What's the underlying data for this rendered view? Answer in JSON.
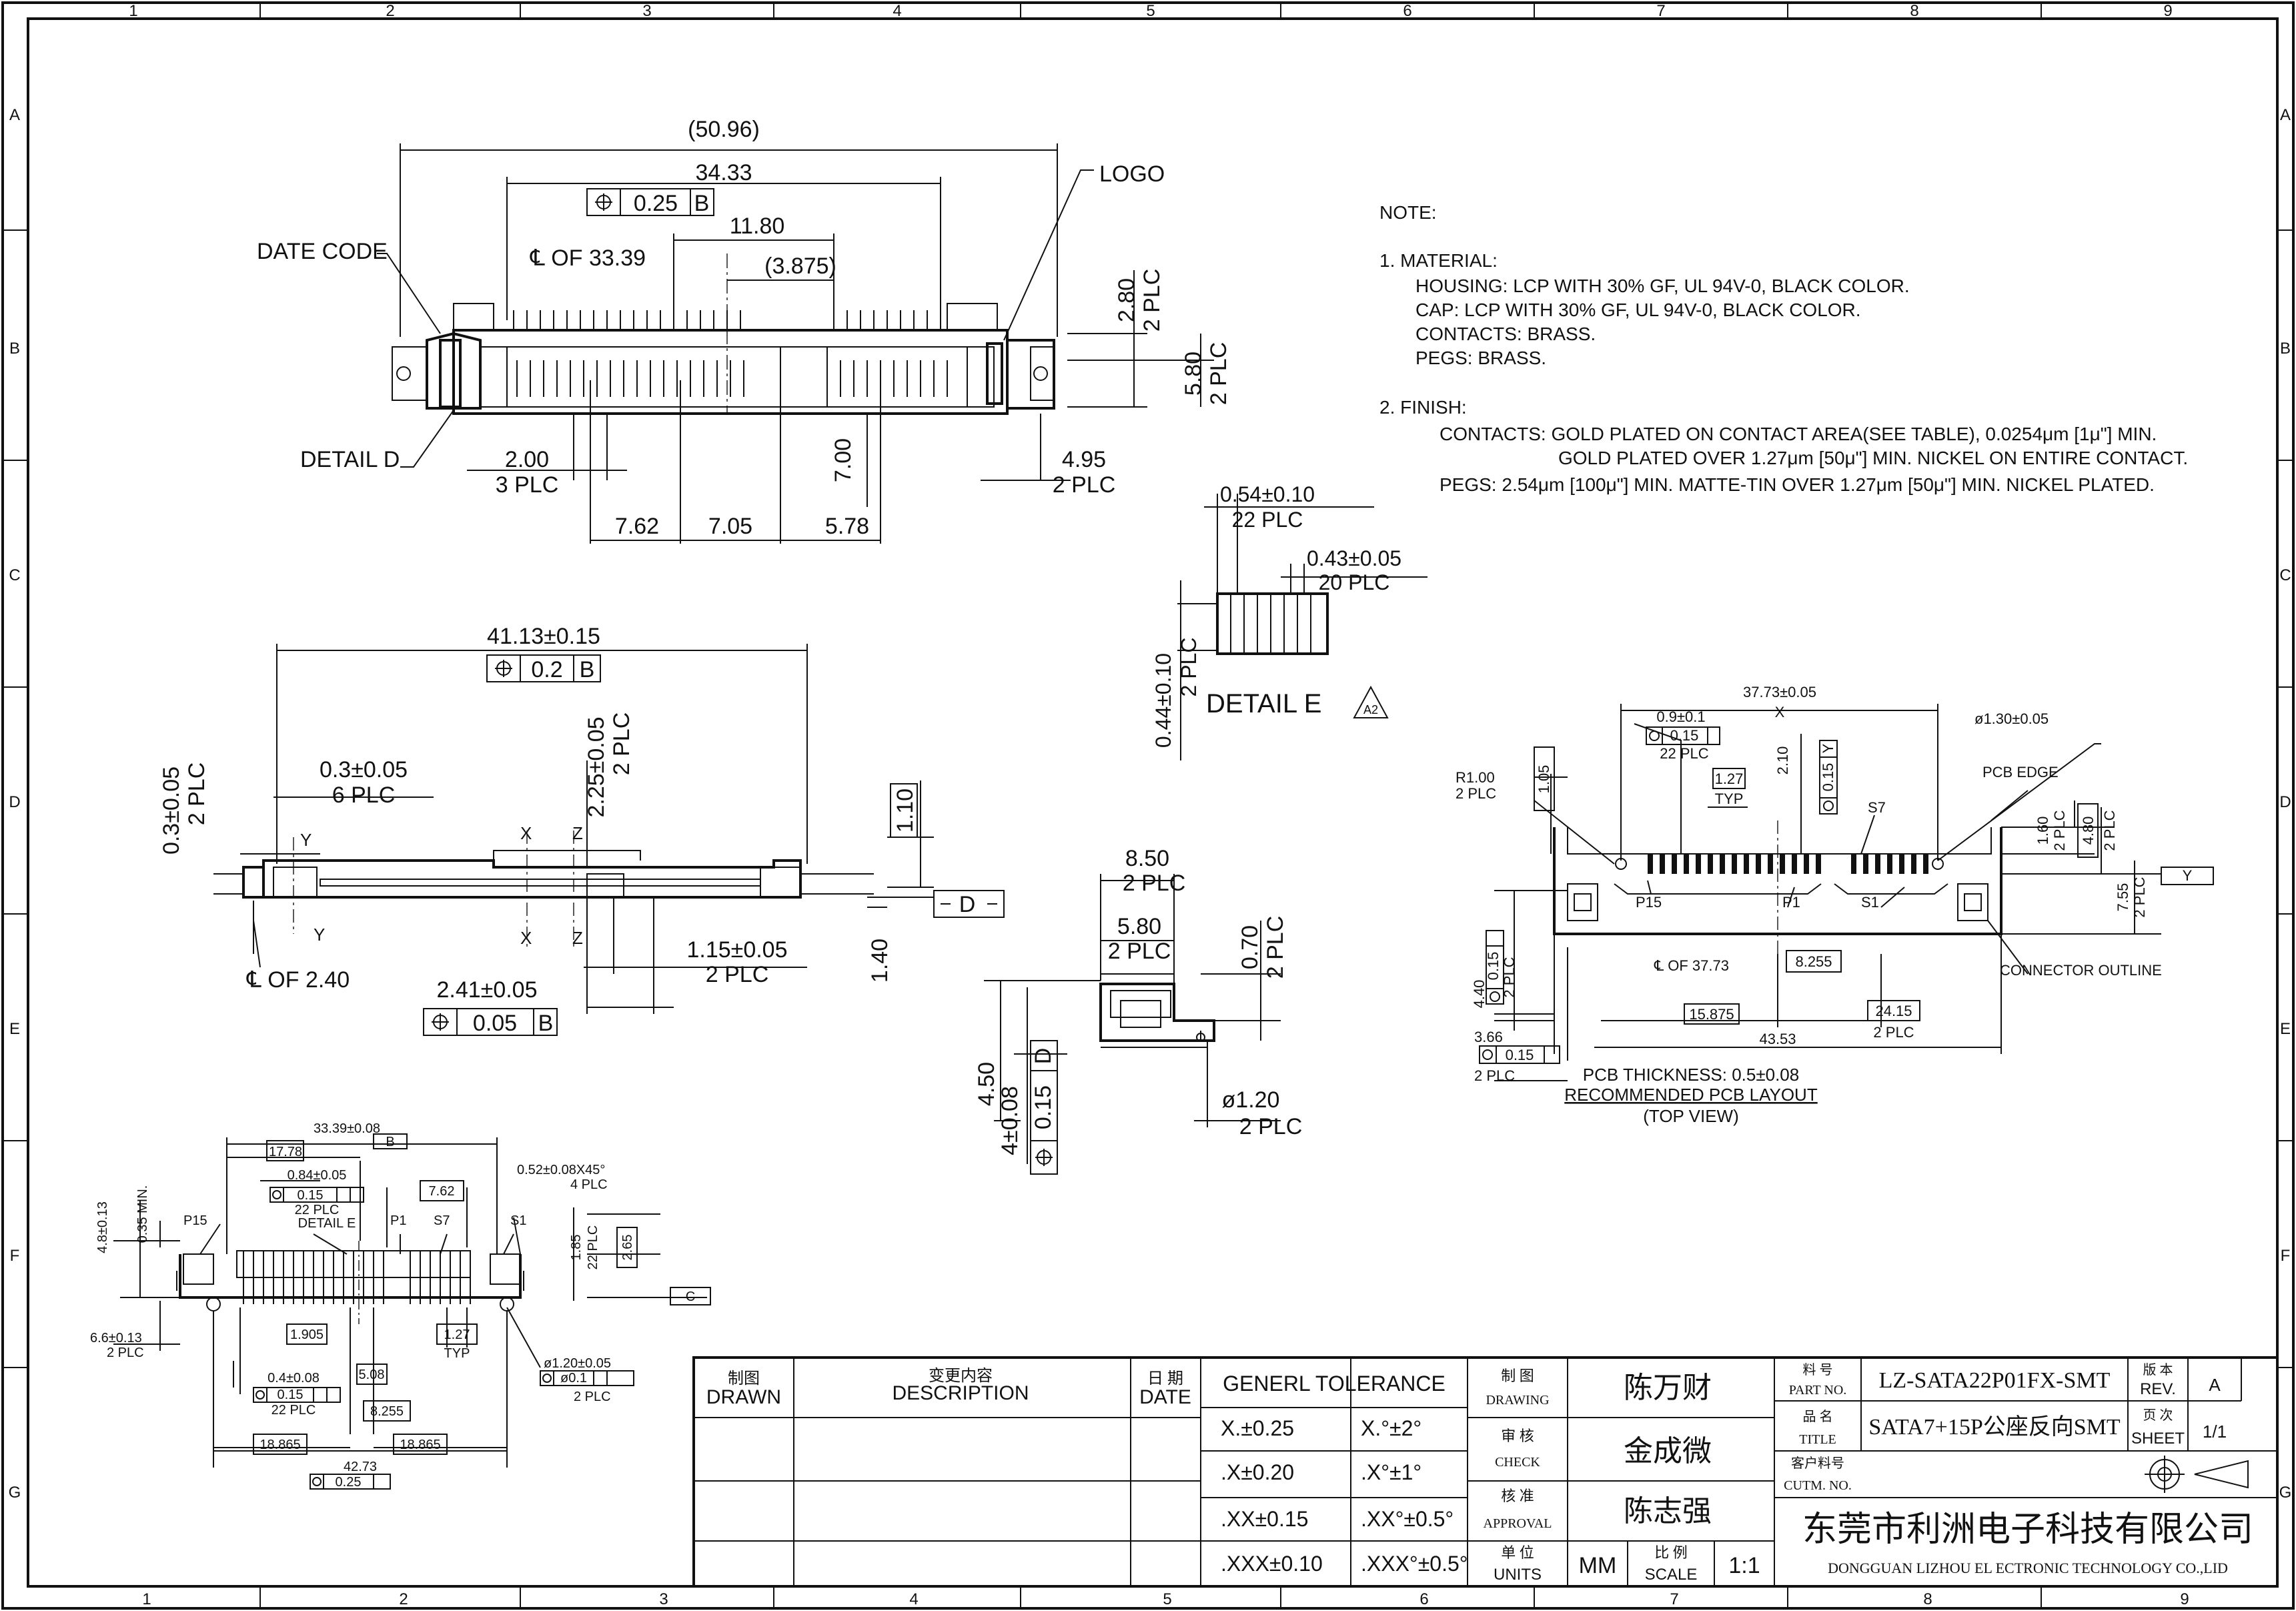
{
  "frame": {
    "col_labels": [
      "1",
      "2",
      "3",
      "4",
      "5",
      "6",
      "7",
      "8",
      "9"
    ],
    "row_labels": [
      "A",
      "B",
      "C",
      "D",
      "E",
      "F",
      "G"
    ]
  },
  "notes": {
    "title": "NOTE:",
    "material_head": "1. MATERIAL:",
    "housing": "HOUSING: LCP WITH 30% GF, UL 94V-0, BLACK COLOR.",
    "cap": "CAP: LCP WITH 30% GF, UL 94V-0, BLACK COLOR.",
    "contacts": "CONTACTS: BRASS.",
    "pegs": "PEGS: BRASS.",
    "finish_head": "2. FINISH:",
    "finish_contacts_1": "CONTACTS:  GOLD PLATED ON CONTACT AREA(SEE TABLE), 0.0254μm [1μ\"] MIN.",
    "finish_contacts_2": "GOLD PLATED OVER 1.27μm [50μ\"] MIN. NICKEL ON ENTIRE CONTACT.",
    "finish_pegs": "PEGS: 2.54μm [100μ\"] MIN. MATTE-TIN OVER 1.27μm [50μ\"] MIN. NICKEL PLATED."
  },
  "top_view": {
    "overall": "(50.96)",
    "d1": "34.33",
    "tol1": "0.25",
    "datum_b": "B",
    "d2": "11.80",
    "cl": "℄ OF 33.39",
    "d3": "(3.875)",
    "date_code": "DATE CODE",
    "logo": "LOGO",
    "detail_d": "DETAIL D",
    "d4": "2.80",
    "d4b": "2 PLC",
    "d5": "5.80",
    "d5b": "2 PLC",
    "d6": "2.00",
    "d6b": "3 PLC",
    "d7": "7.00",
    "d8": "4.95",
    "d8b": "2 PLC",
    "d9": "7.62",
    "d10": "7.05",
    "d11": "5.78"
  },
  "detail_e": {
    "d1": "0.54±0.10",
    "d1b": "22 PLC",
    "d2": "0.43±0.05",
    "d2b": "20 PLC",
    "d3": "0.44±0.10",
    "d3b": "2 PLC",
    "label": "DETAIL  E",
    "rev": "A2"
  },
  "front_view": {
    "d1": "41.13±0.15",
    "tol": "0.2",
    "datum_b": "B",
    "d2": "0.3±0.05",
    "d2b": "2 PLC",
    "d3": "0.3±0.05",
    "d3b": "6 PLC",
    "d4": "2.25±0.05",
    "d4b": "2 PLC",
    "d5": "1.10",
    "d6": "1.40",
    "datum_d": "D",
    "x": "X",
    "y": "Y",
    "z": "Z",
    "d7": "1.15±0.05",
    "d7b": "2 PLC",
    "cl": "℄ OF 2.40",
    "d8": "2.41±0.05",
    "tol2": "0.05",
    "datum_b2": "B"
  },
  "side_view": {
    "d1": "8.50",
    "d1b": "2 PLC",
    "d2": "5.80",
    "d2b": "2 PLC",
    "d3": "0.70",
    "d3b": "2 PLC",
    "d4": "4.50",
    "d5": "4±0.08",
    "tol": "0.15",
    "datum": "D",
    "d6": "ø1.20",
    "d6b": "2 PLC"
  },
  "pcb_layout": {
    "d1": "37.73±0.05",
    "datum_x": "X",
    "d2": "0.9±0.1",
    "tol2": "0.15",
    "d2b": "22 PLC",
    "d3": "ø1.30±0.05",
    "pcb_edge": "PCB EDGE",
    "r": "R1.00",
    "rb": "2 PLC",
    "d4": "1.05",
    "d5": "1.27",
    "typ": "TYP",
    "d6": "2.10",
    "tol6": "0.15",
    "datum_y": "Y",
    "s7": "S7",
    "d7": "1.60",
    "d7b": "2 PLC",
    "d8": "4.80",
    "d8b": "2 PLC",
    "d9": "7.55",
    "d9b": "2 PLC",
    "p15": "P15",
    "p1": "P1",
    "s1": "S1",
    "cl": "℄ OF 37.73",
    "d10": "8.255",
    "conn_outline": "CONNECTOR OUTLINE",
    "d11": "0.15",
    "d11b": "2 PLC",
    "d12": "4.40",
    "d13": "15.875",
    "d14": "24.15",
    "d14b": "2 PLC",
    "d15": "3.66",
    "d15b": "2 PLC",
    "d16": "43.53",
    "thickness": "PCB THICKNESS: 0.5±0.08",
    "recommended": "RECOMMENDED PCB LAYOUT",
    "top": "(TOP VIEW)"
  },
  "bottom_view": {
    "d1": "33.39±0.08",
    "datum": "B",
    "d2": "17.78",
    "d3": "0.84±0.05",
    "tol3": "0.15",
    "d3b": "22 PLC",
    "detail_e": "DETAIL E",
    "d4": "7.62",
    "d5": "0.52±0.08X45°",
    "d5b": "4 PLC",
    "d6": "0.35 MIN.",
    "d7": "4.8±0.13",
    "p15": "P15",
    "p1": "P1",
    "s7": "S7",
    "s1": "S1",
    "d8": "1.85",
    "d8b": "22 PLC",
    "d9": "2.65",
    "datum_c": "C",
    "d10": "6.6±0.13",
    "d10b": "2 PLC",
    "d11": "1.905",
    "d12": "1.27",
    "typ": "TYP",
    "d13": "0.4±0.08",
    "tol13": "0.15",
    "d13b": "22 PLC",
    "d14": "5.08",
    "d15": "ø1.20±0.05",
    "tol15": "ø0.1",
    "d15b": "2 PLC",
    "d16": "8.255",
    "d17": "18.865",
    "d18": "18.865",
    "d19": "42.73",
    "tol19": "0.25"
  },
  "title_block": {
    "drawn_cn": "制图",
    "drawn_en": "DRAWN",
    "desc_cn": "变更内容",
    "desc_en": "DESCRIPTION",
    "date_cn": "日 期",
    "date_en": "DATE",
    "tol_head": "GENERL TOLERANCE",
    "tol_rows": [
      [
        "X.±0.25",
        "X.°±2°"
      ],
      [
        ".X±0.20",
        ".X°±1°"
      ],
      [
        ".XX±0.15",
        ".XX°±0.5°"
      ],
      [
        ".XXX±0.10",
        ".XXX°±0.5°"
      ]
    ],
    "drawing_cn": "制 图",
    "drawing_en": "DRAWING",
    "drawing_name": "陈万财",
    "check_cn": "审 核",
    "check_en": "CHECK",
    "check_name": "金成微",
    "approval_cn": "核 准",
    "approval_en": "APPROVAL",
    "approval_name": "陈志强",
    "units_cn": "单 位",
    "units_en": "UNITS",
    "units_val": "MM",
    "scale_cn": "比 例",
    "scale_en": "SCALE",
    "scale_val": "1:1",
    "partno_cn": "料 号",
    "partno_en": "PART NO.",
    "partno_val": "LZ-SATA22P01FX-SMT",
    "title_cn": "品 名",
    "title_en": "TITLE",
    "title_val": "SATA7+15P公座反向SMT",
    "cutm_cn": "客户料号",
    "cutm_en": "CUTM. NO.",
    "rev_cn": "版 本",
    "rev_en": "REV.",
    "rev_val": "A",
    "sheet_cn": "页 次",
    "sheet_en": "SHEET",
    "sheet_val": "1/1",
    "company_cn": "东莞市利洲电子科技有限公司",
    "company_en": "DONGGUAN LIZHOU EL ECTRONIC TECHNOLOGY CO.,LID"
  }
}
